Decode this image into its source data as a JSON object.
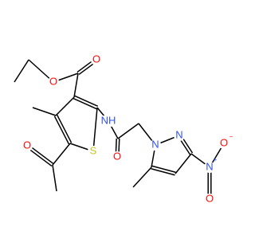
{
  "molecule": {
    "colors": {
      "carbon_bond": "#000000",
      "oxygen": "#ff0d0d",
      "nitrogen": "#3050f8",
      "sulfur": "#c6c628"
    },
    "atoms": {
      "ester_o_single": "O",
      "ester_o_double": "O",
      "amide_nh": "NH",
      "amide_o": "O",
      "thiophene_s": "S",
      "acetyl_o": "O",
      "pyrazole_n1": "N",
      "pyrazole_n2": "N",
      "nitro_n": "N",
      "nitro_o_minus": "O",
      "nitro_o_double": "O"
    },
    "charges": {
      "nitro_n_plus": "+",
      "nitro_o_minus": "−"
    }
  }
}
